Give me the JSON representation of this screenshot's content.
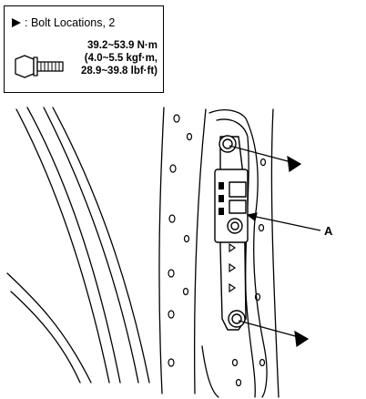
{
  "legend": {
    "symbol": "triangle-marker-icon",
    "text": ": Bolt Locations, 2"
  },
  "torque": {
    "line1": "39.2~53.9 N·m",
    "line2": "(4.0~5.5 kgf·m,",
    "line3": "28.9~39.8 lbf·ft)"
  },
  "callouts": {
    "part_label": "A"
  },
  "colors": {
    "ink": "#000000",
    "background": "#ffffff"
  }
}
